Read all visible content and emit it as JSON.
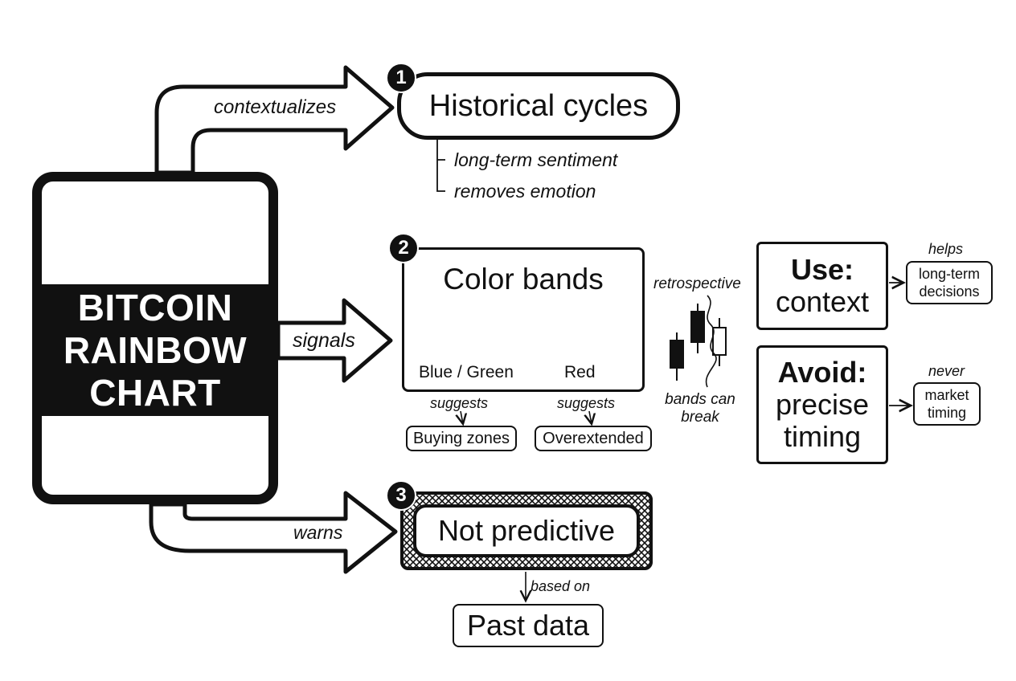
{
  "central": {
    "lines": [
      "BITCOIN",
      "RAINBOW",
      "CHART"
    ]
  },
  "arrows": {
    "top": "contextualizes",
    "middle": "signals",
    "bottom": "warns"
  },
  "nodes": {
    "n1": {
      "badge": "1",
      "title": "Historical cycles",
      "notes": [
        "long-term sentiment",
        "removes emotion"
      ]
    },
    "n2": {
      "badge": "2",
      "title": "Color bands",
      "bands": [
        {
          "label": "Blue / Green",
          "pattern": "dots",
          "verb": "suggests",
          "result": "Buying zones"
        },
        {
          "label": "Red",
          "pattern": "diagonal-hatch",
          "verb": "suggests",
          "result": "Overextended"
        }
      ],
      "retro_label": "retrospective",
      "break_label": [
        "bands can",
        "break"
      ]
    },
    "n3": {
      "badge": "3",
      "title": "Not predictive",
      "verb": "based on",
      "result": "Past data"
    }
  },
  "guidance": {
    "use": {
      "heading": "Use:",
      "body": "context",
      "verb": "helps",
      "result": [
        "long-term",
        "decisions"
      ]
    },
    "avoid": {
      "heading": "Avoid:",
      "body": [
        "precise",
        "timing"
      ],
      "verb": "never",
      "result": [
        "market",
        "timing"
      ]
    }
  },
  "colors": {
    "ink": "#111111",
    "paper": "#ffffff"
  }
}
